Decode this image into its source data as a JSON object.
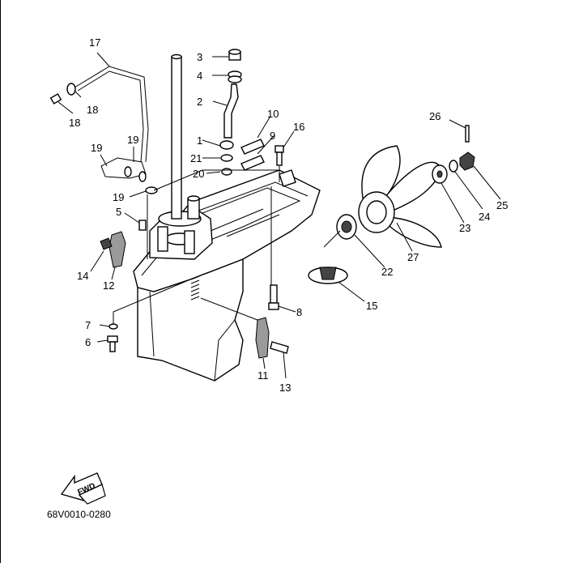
{
  "diagram": {
    "doc_code": "68V0010-0280",
    "fwd_label": "FWD",
    "callouts": [
      "1",
      "2",
      "3",
      "4",
      "5",
      "6",
      "7",
      "8",
      "9",
      "10",
      "11",
      "12",
      "13",
      "14",
      "15",
      "16",
      "17",
      "18",
      "19",
      "19",
      "19",
      "20",
      "21",
      "22",
      "23",
      "24",
      "25",
      "26",
      "27"
    ]
  }
}
